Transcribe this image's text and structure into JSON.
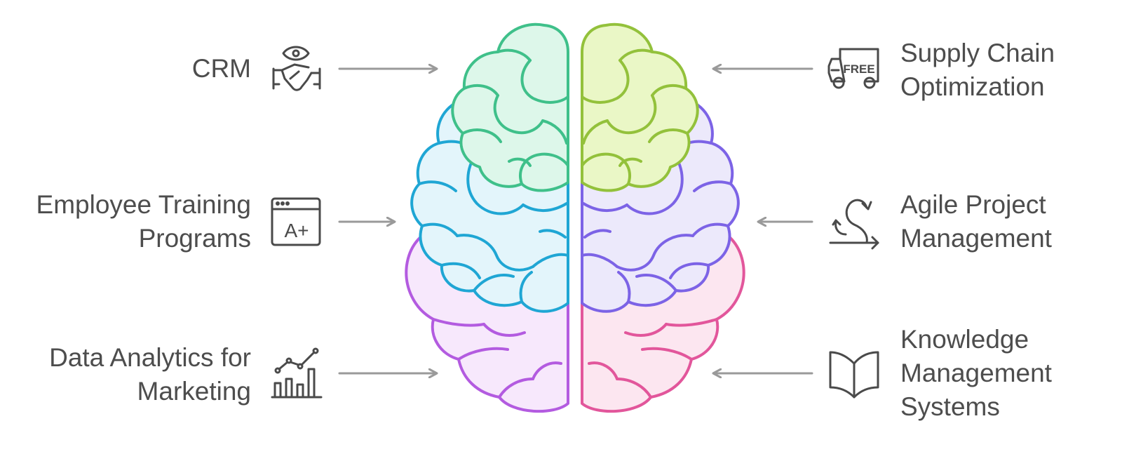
{
  "left_items": [
    {
      "lines": [
        "CRM"
      ],
      "icon": "handshake-eye-icon"
    },
    {
      "lines": [
        "Employee Training",
        "Programs"
      ],
      "icon": "browser-grade-a-plus-icon"
    },
    {
      "lines": [
        "Data Analytics for",
        "Marketing"
      ],
      "icon": "bar-line-chart-icon"
    }
  ],
  "right_items": [
    {
      "lines": [
        "Supply Chain",
        "Optimization"
      ],
      "icon": "free-delivery-truck-icon"
    },
    {
      "lines": [
        "Agile Project",
        "Management"
      ],
      "icon": "agile-cycle-arrow-icon"
    },
    {
      "lines": [
        "Knowledge",
        "Management",
        "Systems"
      ],
      "icon": "open-book-icon"
    }
  ],
  "truck_badge": "FREE",
  "grade_badge": "A+",
  "colors": {
    "text": "#4d4d4d",
    "arrow": "#9a9a9a",
    "icon": "#4a4a4a",
    "lobe_left_top": {
      "stroke": "#3fc08a",
      "fill": "#ddf7ea"
    },
    "lobe_left_middle": {
      "stroke": "#1fa6d4",
      "fill": "#e3f5fb"
    },
    "lobe_left_bottom": {
      "stroke": "#b35be0",
      "fill": "#f7e8fc"
    },
    "lobe_right_top": {
      "stroke": "#93c13b",
      "fill": "#eaf7c6"
    },
    "lobe_right_middle": {
      "stroke": "#7c63e6",
      "fill": "#ece9fb"
    },
    "lobe_right_bottom": {
      "stroke": "#e2569b",
      "fill": "#fce6f0"
    }
  }
}
